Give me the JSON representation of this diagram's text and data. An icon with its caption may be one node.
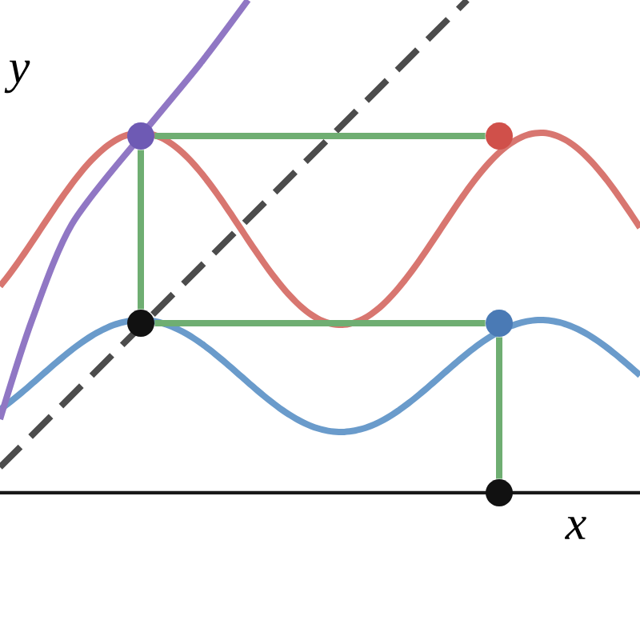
{
  "diagram": {
    "nodes": [
      {
        "text": [],
        "shape": "circle"
      },
      {
        "text": [],
        "shape": "circle"
      },
      {
        "text": [],
        "shape": "circle"
      },
      {
        "text": [],
        "shape": "circle"
      },
      {
        "text": [],
        "shape": "circle"
      }
    ],
    "edges": [
      {
        "from": 4,
        "to": 3,
        "arrow": "none"
      },
      {
        "from": 3,
        "to": 2,
        "arrow": "none"
      },
      {
        "from": 2,
        "to": 0,
        "arrow": "none"
      },
      {
        "from": 0,
        "to": 1,
        "arrow": "none"
      }
    ],
    "labels": [
      "y",
      "x"
    ]
  }
}
